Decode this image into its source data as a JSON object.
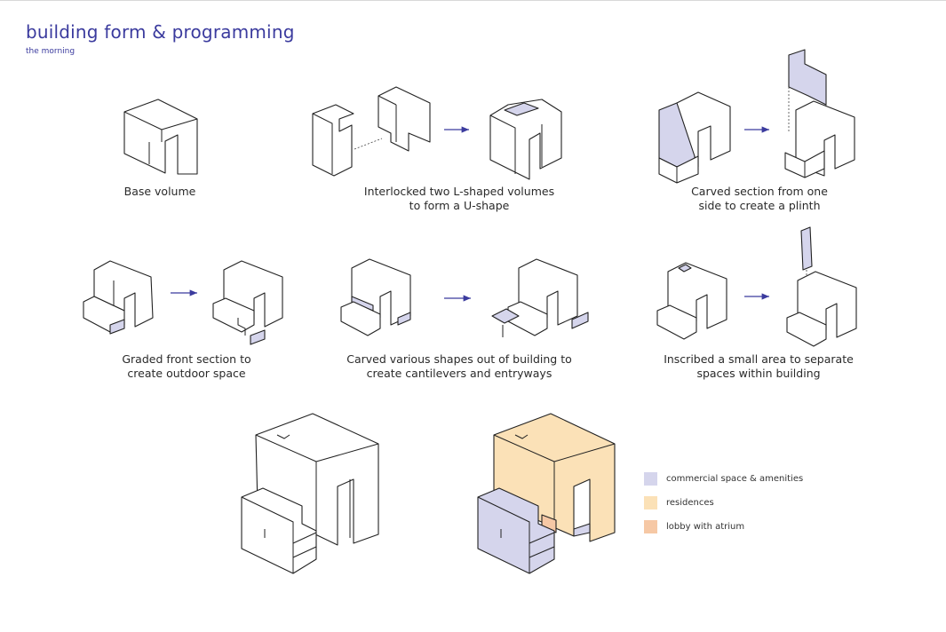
{
  "header": {
    "title": "building form & programming",
    "subtitle": "the morning"
  },
  "steps": [
    {
      "caption_line1": "Base volume",
      "caption_line2": ""
    },
    {
      "caption_line1": "Interlocked two L-shaped volumes",
      "caption_line2": "to form a U-shape"
    },
    {
      "caption_line1": "Carved section from one",
      "caption_line2": "side to create a plinth"
    },
    {
      "caption_line1": "Graded front section to",
      "caption_line2": "create outdoor space"
    },
    {
      "caption_line1": "Carved various shapes out of building to",
      "caption_line2": "create cantilevers and entryways"
    },
    {
      "caption_line1": "Inscribed a small area to separate",
      "caption_line2": "spaces within building"
    }
  ],
  "legend": [
    {
      "label": "commercial space & amenities",
      "color": "#d5d5ec"
    },
    {
      "label": "residences",
      "color": "#fbe1b7"
    },
    {
      "label": "lobby with atrium",
      "color": "#f6c8a5"
    }
  ],
  "colors": {
    "accent": "#3b3b9e",
    "commercial": "#d5d5ec",
    "residences": "#fbe1b7",
    "lobby": "#f6c8a5"
  }
}
